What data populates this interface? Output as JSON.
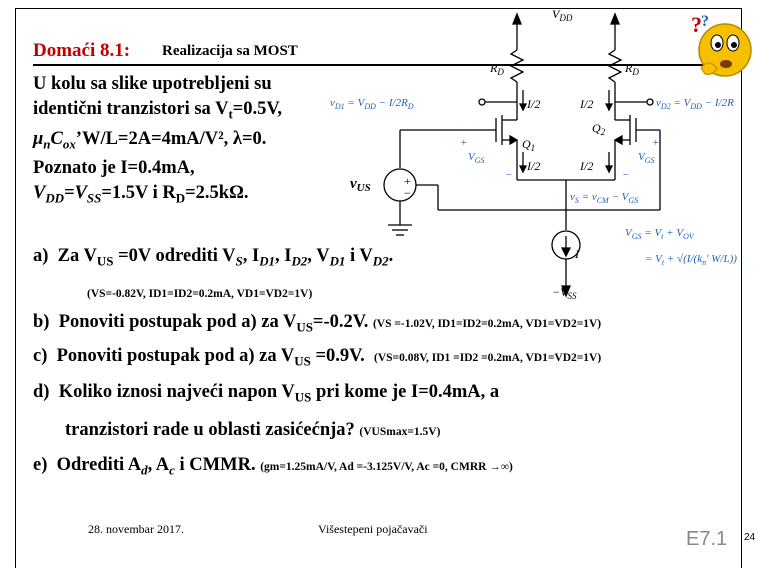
{
  "header": {
    "title": "Domaći 8.1:",
    "subtitle": "Realizacija sa MOST"
  },
  "intro": {
    "line1": "U kolu sa slike upotrebljeni su",
    "line2": "identični tranzistori sa V",
    "line2_sub": "t",
    "line2_tail": "=0.5V,",
    "line3": "μ",
    "line3_sub": "n",
    "line3_mid": "C",
    "line3_sub2": "ox",
    "line3_tail": "’W/L=2A=4mA/V², λ=0.",
    "line4": "Poznato je I=0.4mA,",
    "line5_a": "V",
    "line5_sub1": "DD",
    "line5_b": "=V",
    "line5_sub2": "SS",
    "line5_c": "=1.5V i R",
    "line5_sub3": "D",
    "line5_d": "=2.5kΩ."
  },
  "items": {
    "a_label": "a)",
    "a_text": "Za V",
    "a_sub": "US",
    "a_tail": " =0V odrediti V",
    "a_tail2": "S",
    "a_tail3": ", I",
    "a_tail4": "D1",
    "a_tail5": ", I",
    "a_tail6": "D2",
    "a_tail7": ", V",
    "a_tail8": "D1",
    "a_tail9": " i V",
    "a_tail10": "D2",
    "a_tail11": ".",
    "a_answer": "(VS=-0.82V, ID1=ID2=0.2mA, VD1=VD2=1V)",
    "b_label": "b)",
    "b_text": "Ponoviti postupak pod a) za V",
    "b_sub": "US",
    "b_tail": "=-0.2V.",
    "b_answer": "(VS =-1.02V, ID1=ID2=0.2mA, VD1=VD2=1V)",
    "c_label": "c)",
    "c_text": "Ponoviti postupak pod a) za V",
    "c_sub": "US",
    "c_tail": " =0.9V.",
    "c_answer": "(VS=0.08V, ID1 =ID2 =0.2mA, VD1=VD2=1V)",
    "d_label": "d)",
    "d_text": "Koliko iznosi najveći napon V",
    "d_sub": "US",
    "d_tail": " pri kome je I=0.4mA, a",
    "d_text2": "tranzistori rade u oblasti zasićećnja?",
    "d_answer": "(VUSmax=1.5V)",
    "e_label": "e)",
    "e_text": "Odrediti A",
    "e_sub1": "d",
    "e_mid": ", A",
    "e_sub2": "c",
    "e_tail": " i CMMR.",
    "e_answer": "(gm=1.25mA/V,  Ad =-3.125V/V, Ac =0, CMRR →∞)"
  },
  "circuit": {
    "vdd": "V",
    "vdd_sub": "DD",
    "rd_left": "R",
    "rd_left_sub": "D",
    "rd_right": "R",
    "rd_right_sub": "D",
    "vd1": "v",
    "vd1_sub": "D1",
    "vd1_eq": " = V",
    "vd1_eq_sub": "DD",
    "vd1_eq_tail": " − ",
    "vd1_frac_num": "I",
    "vd1_frac_den": "2",
    "vd1_r": "R",
    "vd1_r_sub": "D",
    "vd2": "v",
    "vd2_sub": "D2",
    "vd2_eq": " = V",
    "vd2_eq_sub": "DD",
    "vd2_eq_tail": " − ",
    "vd2_frac_num": "I",
    "vd2_frac_den": "2",
    "vd2_r": "R",
    "i_half_left": "I/2",
    "i_half_right": "I/2",
    "i_half_mid": "I/2",
    "i_half_left2": "I/2",
    "q1": "Q",
    "q1_sub": "1",
    "q2": "Q",
    "q2_sub": "2",
    "vgs_left": "V",
    "vgs_left_sub": "GS",
    "vgs_right": "V",
    "vgs_right_sub": "GS",
    "plus": "+",
    "minus": "−",
    "vus": "v",
    "vus_sub": "US",
    "vs": "v",
    "vs_sub": "S",
    "vs_eq": " = v",
    "vs_eq_sub": "CM",
    "vs_eq_tail": " − V",
    "vs_eq_tail_sub": "GS",
    "current": "I",
    "vss": "−V",
    "vss_sub": "SS",
    "eq1_a": "V",
    "eq1_sub": "GS",
    "eq1_b": " = V",
    "eq1_sub2": "t",
    "eq1_c": " + V",
    "eq1_sub3": "OV",
    "eq2_a": "= V",
    "eq2_sub": "t",
    "eq2_b": " + ",
    "eq2_frac_num": "I",
    "eq2_frac_den": "k",
    "eq2_frac_den_sub": "n",
    "eq2_frac_den_tail": "′ W/L"
  },
  "footer": {
    "date": "28. novembar 2017.",
    "course": "Višestepeni pojačavači",
    "slide_code": "E7.1",
    "page": "24"
  },
  "colors": {
    "title": "#c00000",
    "circuit_label": "#1f5fbf",
    "emoji_face": "#f6c000"
  },
  "icons": {
    "thinking_face": "thinking-face-icon"
  }
}
